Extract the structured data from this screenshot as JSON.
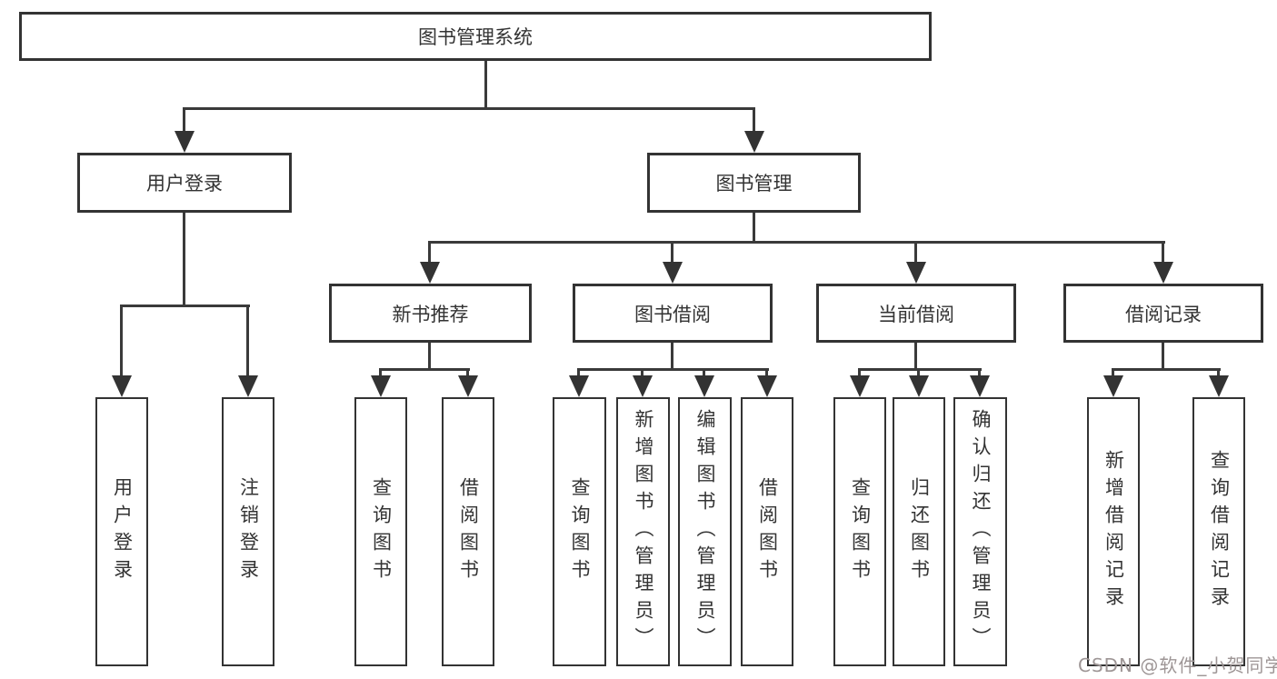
{
  "diagram_title": "图书管理系统",
  "tree": {
    "label": "图书管理系统",
    "children": [
      {
        "label": "用户登录",
        "children": [
          {
            "label": "用户登录"
          },
          {
            "label": "注销登录"
          }
        ]
      },
      {
        "label": "图书管理",
        "children": [
          {
            "label": "新书推荐",
            "children": [
              {
                "label": "查询图书"
              },
              {
                "label": "借阅图书"
              }
            ]
          },
          {
            "label": "图书借阅",
            "children": [
              {
                "label": "查询图书"
              },
              {
                "label": "新增图书（管理员）"
              },
              {
                "label": "编辑图书（管理员）"
              },
              {
                "label": "借阅图书"
              }
            ]
          },
          {
            "label": "当前借阅",
            "children": [
              {
                "label": "查询图书"
              },
              {
                "label": "归还图书"
              },
              {
                "label": "确认归还（管理员）"
              }
            ]
          },
          {
            "label": "借阅记录",
            "children": [
              {
                "label": "新增借阅记录"
              },
              {
                "label": "查询借阅记录"
              }
            ]
          }
        ]
      }
    ]
  },
  "watermark": {
    "text": "CSDN @软件_小贺同学"
  },
  "colors": {
    "line": "#333333",
    "text": "#333333",
    "node_background": "#ffffff",
    "background": "#ffffff",
    "watermark": "#9e9696"
  }
}
